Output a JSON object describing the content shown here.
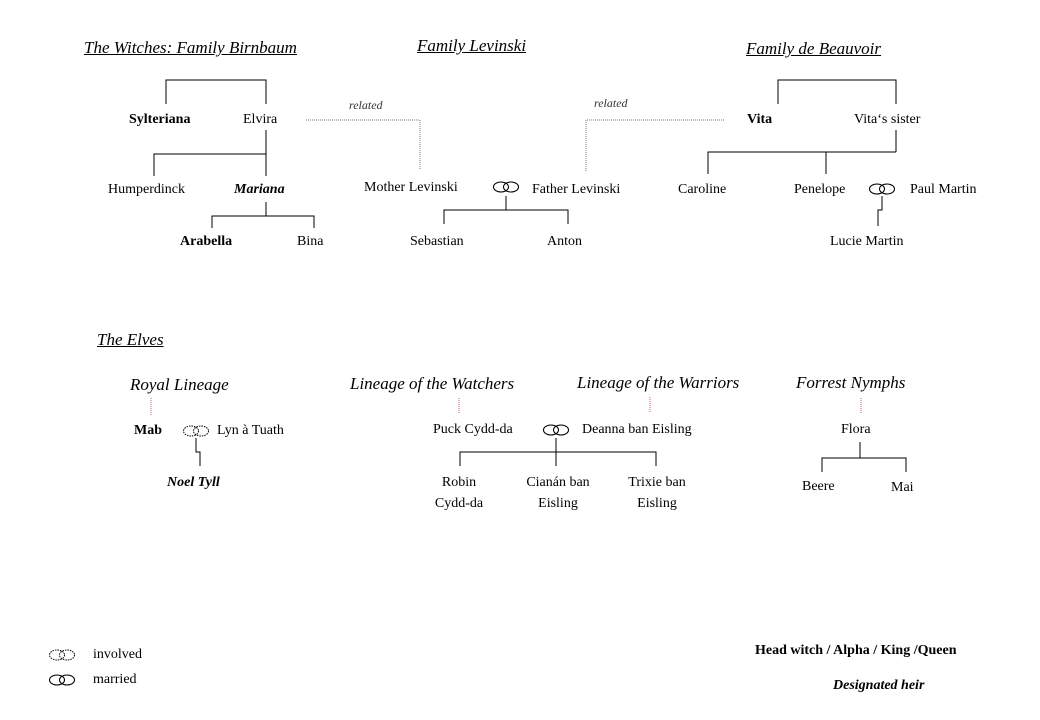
{
  "headers": {
    "birnbaum": "The Witches: Family Birnbaum",
    "levinski": "Family Levinski",
    "beauvoir": "Family de Beauvoir",
    "elves": "The Elves"
  },
  "subheaders": {
    "royal": "Royal Lineage",
    "watchers": "Lineage of the Watchers",
    "warriors": "Lineage of the Warriors",
    "nymphs": "Forrest Nymphs"
  },
  "relations": {
    "related_left": "related",
    "related_right": "related"
  },
  "people": {
    "sylteriana": "Sylteriana",
    "elvira": "Elvira",
    "humperdinck": "Humperdinck",
    "mariana": "Mariana",
    "arabella": "Arabella",
    "bina": "Bina",
    "mother_levinski": "Mother Levinski",
    "father_levinski": "Father Levinski",
    "sebastian": "Sebastian",
    "anton": "Anton",
    "vita": "Vita",
    "vitas_sister": "Vita‘s sister",
    "caroline": "Caroline",
    "penelope": "Penelope",
    "paul_martin": "Paul Martin",
    "lucie_martin": "Lucie Martin",
    "mab": "Mab",
    "lyn": "Lyn à Tuath",
    "noel": "Noel Tyll",
    "puck": "Puck Cydd-da",
    "deanna": "Deanna ban Eisling",
    "robin_1": "Robin",
    "robin_2": "Cydd-da",
    "cianan_1": "Cianán ban",
    "cianan_2": "Eisling",
    "trixie_1": "Trixie ban",
    "trixie_2": "Eisling",
    "flora": "Flora",
    "beere": "Beere",
    "mai": "Mai"
  },
  "legend": {
    "involved": "involved",
    "married": "married",
    "head": "Head witch / Alpha  / King /Queen",
    "heir": "Designated heir"
  }
}
